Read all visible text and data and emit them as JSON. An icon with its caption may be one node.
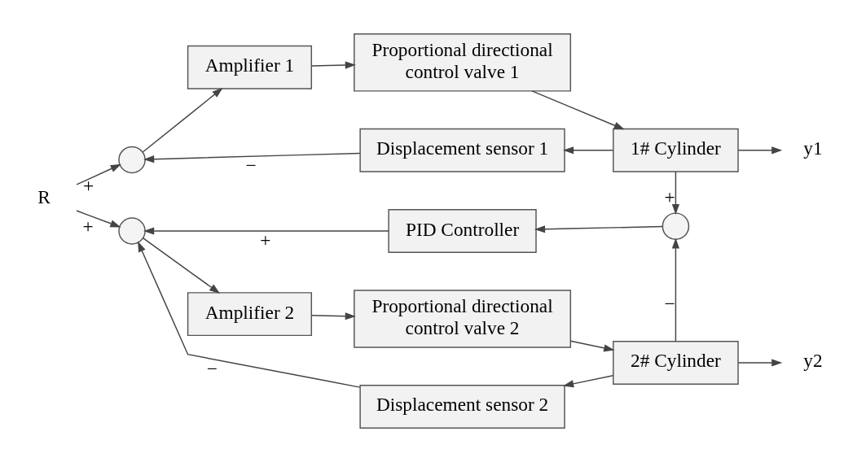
{
  "diagram": {
    "nodes": [
      {
        "text": [
          "R"
        ]
      },
      {
        "text": [],
        "shape": "circle"
      },
      {
        "text": [
          "Amplifier 1"
        ]
      },
      {
        "text": [
          "Proportional directional control valve 1"
        ]
      },
      {
        "text": [
          "1# Cylinder"
        ]
      },
      {
        "text": [
          "y1"
        ]
      },
      {
        "text": [
          "Displacement sensor 1"
        ]
      },
      {
        "text": [],
        "shape": "circle"
      },
      {
        "text": [
          "PID Controller"
        ]
      },
      {
        "text": [],
        "shape": "circle"
      },
      {
        "text": [
          "Amplifier 2"
        ]
      },
      {
        "text": [
          "Proportional directional control valve 2"
        ]
      },
      {
        "text": [
          "2# Cylinder"
        ]
      },
      {
        "text": [
          "y2"
        ]
      },
      {
        "text": [
          "Displacement sensor 2"
        ]
      }
    ],
    "edges": [
      {
        "from": 0,
        "to": 1,
        "arrow": "to",
        "label": "+"
      },
      {
        "from": 1,
        "to": 2,
        "arrow": "to"
      },
      {
        "from": 2,
        "to": 3,
        "arrow": "to"
      },
      {
        "from": 3,
        "to": 4,
        "arrow": "to"
      },
      {
        "from": 4,
        "to": 5,
        "arrow": "to"
      },
      {
        "from": 4,
        "to": 6,
        "arrow": "to"
      },
      {
        "from": 6,
        "to": 1,
        "arrow": "to",
        "label": "−"
      },
      {
        "from": 4,
        "to": 7,
        "arrow": "to",
        "label": "+"
      },
      {
        "from": 12,
        "to": 7,
        "arrow": "to",
        "label": "−"
      },
      {
        "from": 7,
        "to": 8,
        "arrow": "to"
      },
      {
        "from": 8,
        "to": 9,
        "arrow": "to",
        "label": "+"
      },
      {
        "from": 0,
        "to": 9,
        "arrow": "to",
        "label": "+"
      },
      {
        "from": 9,
        "to": 10,
        "arrow": "to"
      },
      {
        "from": 10,
        "to": 11,
        "arrow": "to"
      },
      {
        "from": 11,
        "to": 12,
        "arrow": "to"
      },
      {
        "from": 12,
        "to": 13,
        "arrow": "to"
      },
      {
        "from": 12,
        "to": 14,
        "arrow": "to"
      },
      {
        "from": 14,
        "to": 9,
        "arrow": "to",
        "label": "−"
      }
    ]
  }
}
